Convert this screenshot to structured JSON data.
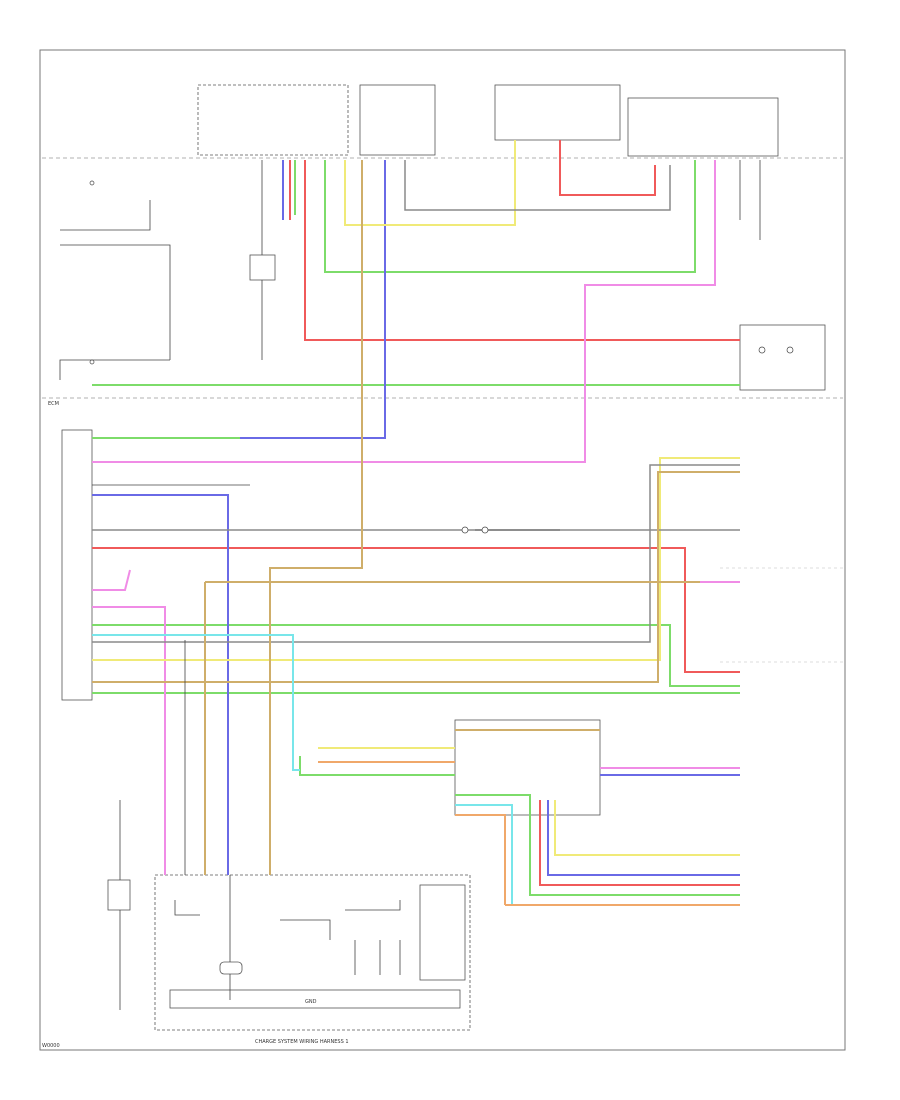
{
  "diagram": {
    "footer_code": "W0000",
    "bottom_caption": "CHARGE SYSTEM WIRING HARNESS 1",
    "ecu_label": "ECM",
    "ground_label": "GND"
  },
  "wire_colors": {
    "red": "#f05a5a",
    "green": "#7ddc6a",
    "blue": "#6a6ae6",
    "pink": "#f08ce6",
    "yellow": "#f0ea78",
    "gray": "#8a8a8a",
    "tan": "#cfae6a",
    "cyan": "#78e6ea",
    "orange": "#f0a86a",
    "black": "#333333"
  }
}
